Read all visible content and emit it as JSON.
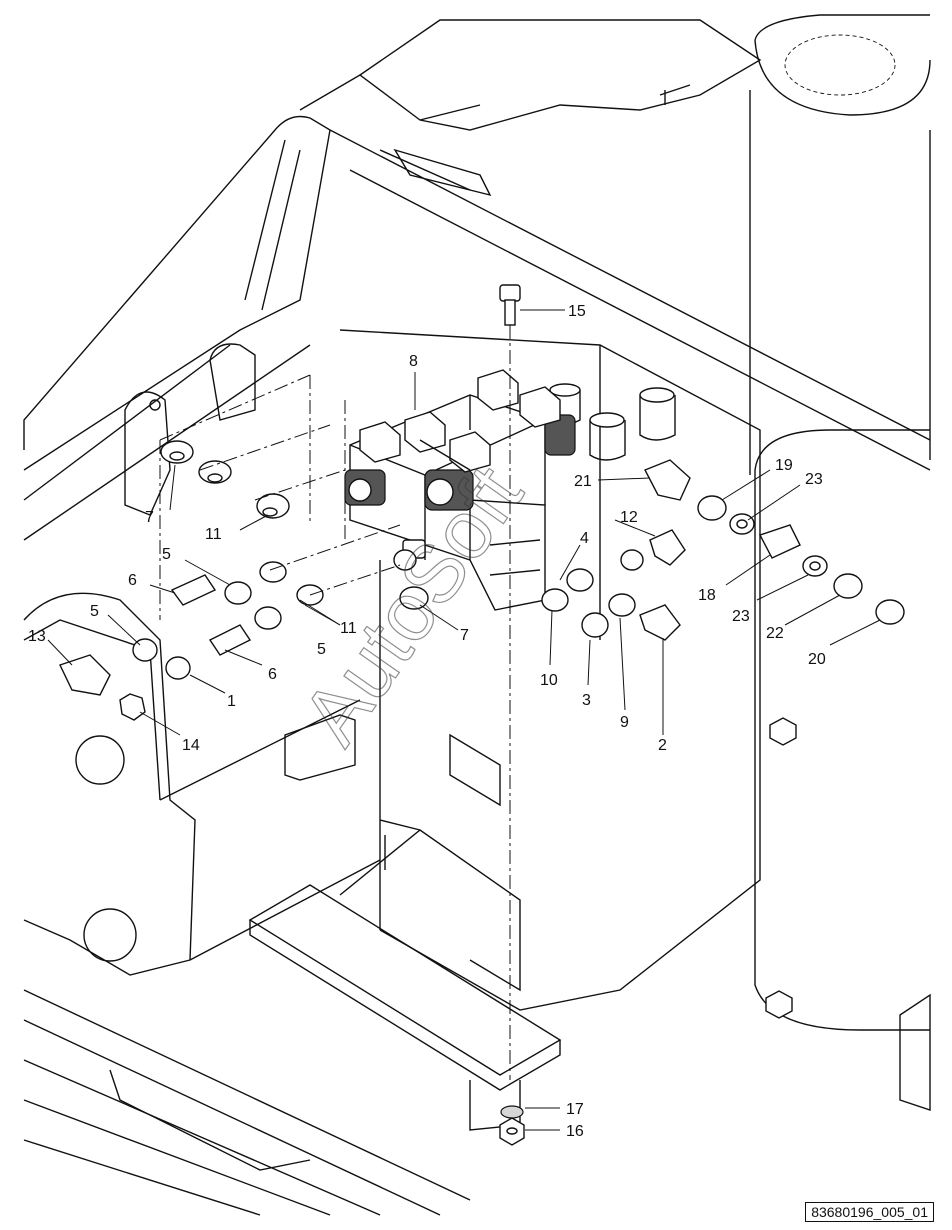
{
  "watermark": "AutoSoft",
  "reference_label": "83680196_005_01",
  "callouts": [
    {
      "id": "c1",
      "text": "1"
    },
    {
      "id": "c2",
      "text": "2"
    },
    {
      "id": "c3",
      "text": "3"
    },
    {
      "id": "c4",
      "text": "4"
    },
    {
      "id": "c5a",
      "text": "5"
    },
    {
      "id": "c5b",
      "text": "5"
    },
    {
      "id": "c5c",
      "text": "5"
    },
    {
      "id": "c6a",
      "text": "6"
    },
    {
      "id": "c6b",
      "text": "6"
    },
    {
      "id": "c7a",
      "text": "7"
    },
    {
      "id": "c7b",
      "text": "7"
    },
    {
      "id": "c8",
      "text": "8"
    },
    {
      "id": "c9",
      "text": "9"
    },
    {
      "id": "c10",
      "text": "10"
    },
    {
      "id": "c11a",
      "text": "11"
    },
    {
      "id": "c11b",
      "text": "11"
    },
    {
      "id": "c12",
      "text": "12"
    },
    {
      "id": "c13",
      "text": "13"
    },
    {
      "id": "c14",
      "text": "14"
    },
    {
      "id": "c15",
      "text": "15"
    },
    {
      "id": "c16",
      "text": "16"
    },
    {
      "id": "c17",
      "text": "17"
    },
    {
      "id": "c18",
      "text": "18"
    },
    {
      "id": "c19",
      "text": "19"
    },
    {
      "id": "c20",
      "text": "20"
    },
    {
      "id": "c21",
      "text": "21"
    },
    {
      "id": "c22",
      "text": "22"
    },
    {
      "id": "c23a",
      "text": "23"
    },
    {
      "id": "c23b",
      "text": "23"
    }
  ]
}
